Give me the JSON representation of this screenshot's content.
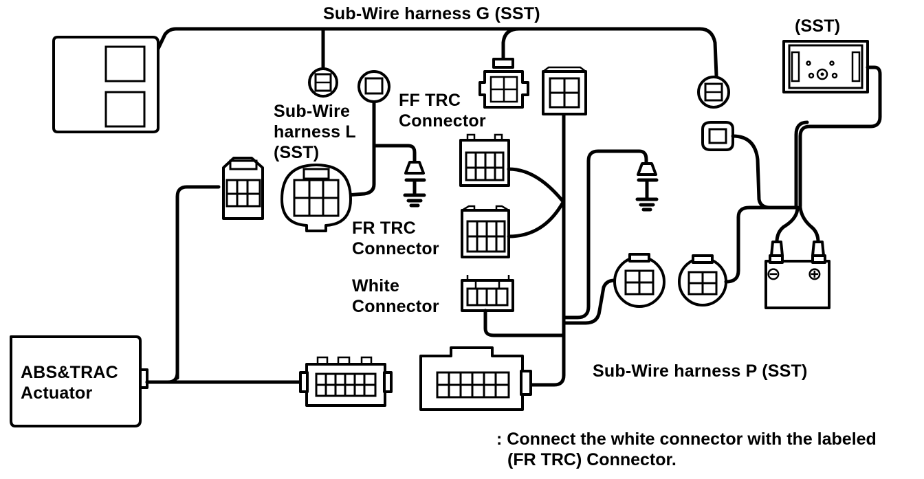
{
  "labels": {
    "sub_wire_g": "Sub-Wire harness G (SST)",
    "sst_top": "(SST)",
    "sub_wire_l_1": "Sub-Wire",
    "sub_wire_l_2": "harness L",
    "sub_wire_l_3": "(SST)",
    "ff_trc_1": "FF TRC",
    "ff_trc_2": "Connector",
    "fr_trc_1": "FR TRC",
    "fr_trc_2": "Connector",
    "white_1": "White",
    "white_2": "Connector",
    "actuator_1": "ABS&TRAC",
    "actuator_2": "Actuator",
    "sub_wire_p": "Sub-Wire harness P (SST)"
  },
  "note": {
    "line1": ": Connect the white connector with the labeled",
    "line2": "(FR TRC) Connector."
  },
  "battery": {
    "minus": "⊖",
    "plus": "⊕"
  }
}
